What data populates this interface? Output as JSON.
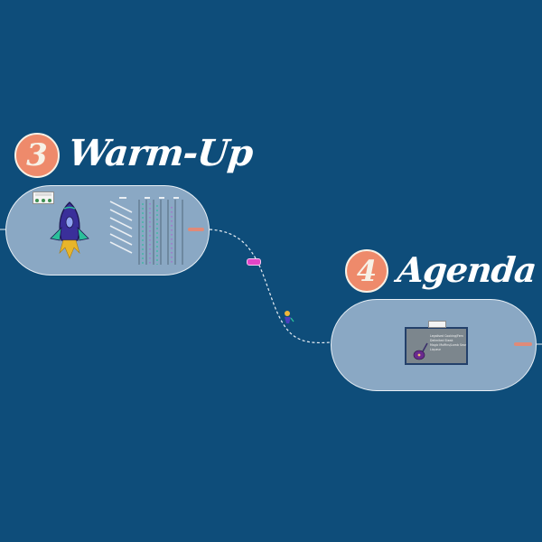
{
  "canvas": {
    "background": "#0e4d7a"
  },
  "colors": {
    "badge_fill": "#ee8a6b",
    "title_text": "#ffffff",
    "pill_fill": "#8aa8c4",
    "connector": "#e8eef4",
    "board_fill": "#7c868d",
    "rocket_body": "#3a2f9a",
    "rocket_fins": "#2bbf9a",
    "rocket_flame": "#e8b52a"
  },
  "sections": [
    {
      "number": "3",
      "title": "Warm-Up"
    },
    {
      "number": "4",
      "title": "Agenda"
    }
  ],
  "agenda_board": {
    "lines": [
      "Legalised Cooking/Fern",
      "Delimited Steak",
      "Magic Muffins/Lamb Sear",
      "Liqueur"
    ]
  },
  "icons": {
    "rocket": "rocket-icon",
    "checklist": "checklist-icon",
    "guitar": "guitar-icon",
    "connector_tag": "tag-icon",
    "connector_runner": "runner-icon"
  }
}
